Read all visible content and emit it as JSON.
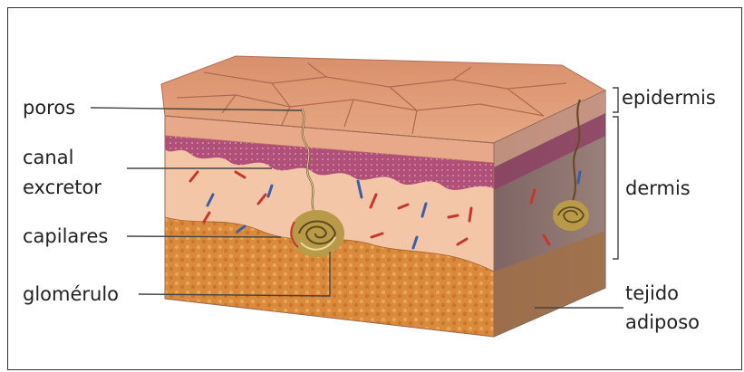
{
  "labels": {
    "poros": "poros",
    "canal_excretor_line1": "canal",
    "canal_excretor_line2": "excretor",
    "capilares": "capilares",
    "glomerulo": "glomérulo",
    "epidermis": "epidermis",
    "dermis": "dermis",
    "tejido_adiposo_line1": "tejido",
    "tejido_adiposo_line2": "adiposo"
  },
  "colors": {
    "epidermis_top": "#e0a07d",
    "epidermis_front": "#e8a98a",
    "dermis_dark_band": "#a8456a",
    "dermis_body": "#f3c6a8",
    "fat_layer": "#d98a3c",
    "side_face": "#8a6e6a",
    "gland": "#c9b25a",
    "capillary_red": "#c8352a",
    "capillary_blue": "#3a5ea8",
    "leader_line": "#444444"
  }
}
